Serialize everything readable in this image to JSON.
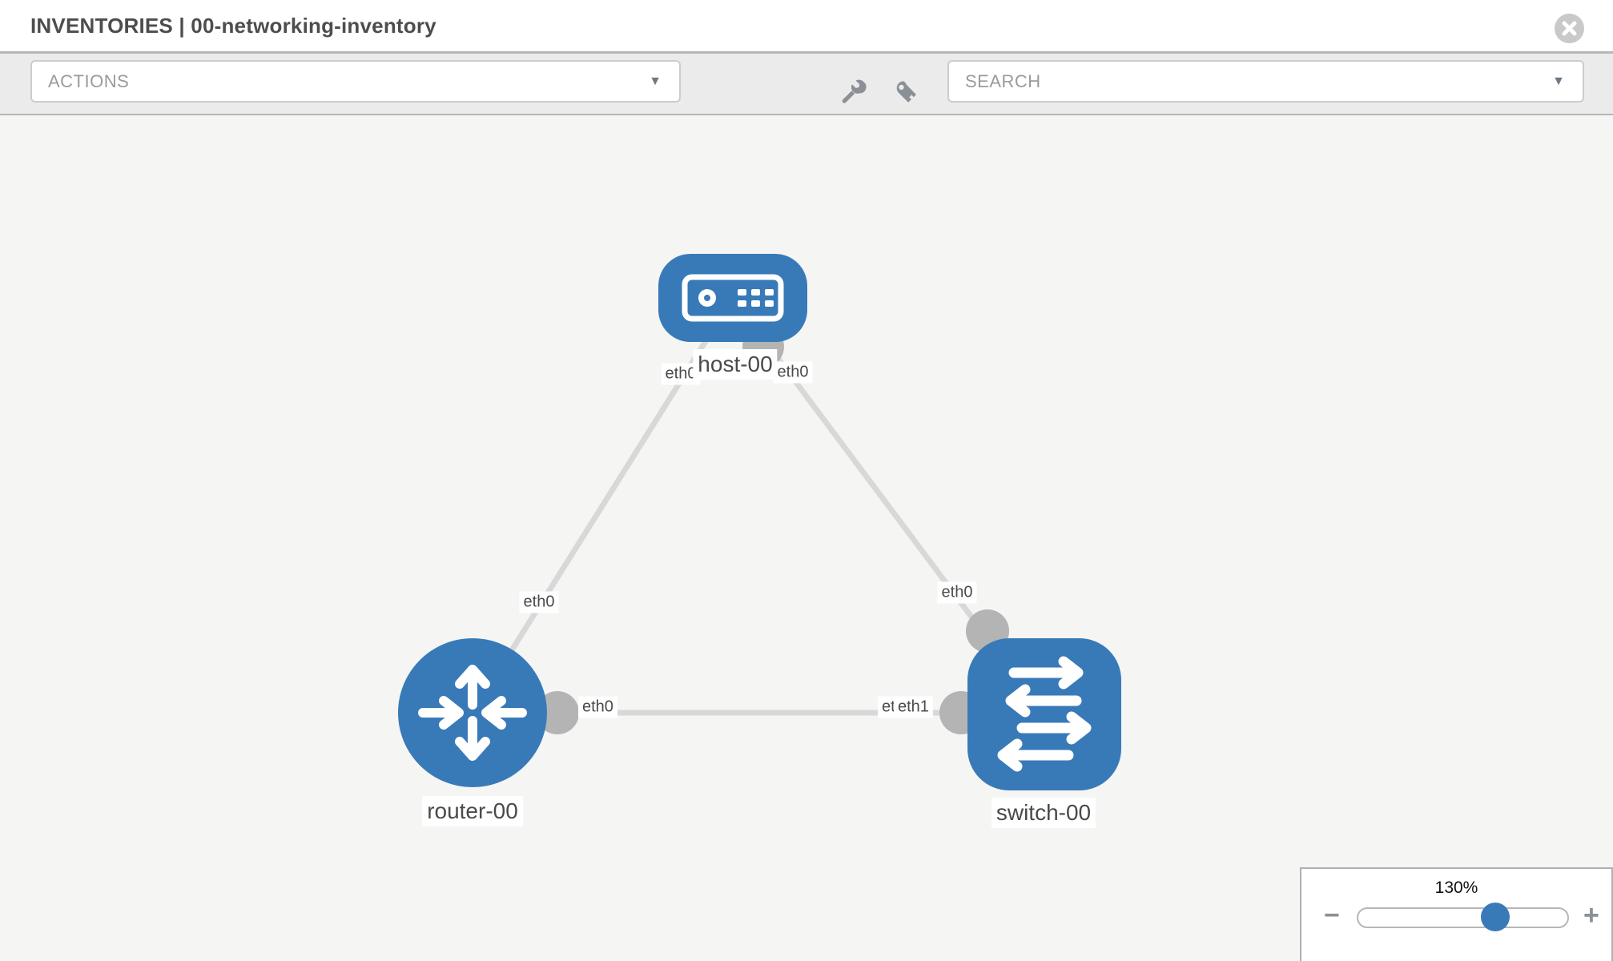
{
  "header": {
    "title": "INVENTORIES | 00-networking-inventory"
  },
  "toolbar": {
    "actions_dropdown": {
      "placeholder": "ACTIONS",
      "caret": "▼"
    },
    "search_dropdown": {
      "placeholder": "SEARCH",
      "caret": "▼"
    },
    "icons": {
      "wrench": "wrench-icon",
      "key": "key-icon"
    }
  },
  "graph": {
    "nodes": [
      {
        "id": "host-00",
        "label": "host-00",
        "type": "host"
      },
      {
        "id": "router-00",
        "label": "router-00",
        "type": "router"
      },
      {
        "id": "switch-00",
        "label": "switch-00",
        "type": "switch"
      }
    ],
    "links": [
      {
        "source": "host-00",
        "target": "router-00",
        "source_interface": "eth0",
        "target_interface": "eth0"
      },
      {
        "source": "host-00",
        "target": "switch-00",
        "source_interface": "eth0",
        "target_interface": "eth0"
      },
      {
        "source": "router-00",
        "target": "switch-00",
        "source_interface": "eth0",
        "target_interfaces": [
          "eth0",
          "eth1"
        ]
      }
    ],
    "interface_labels": [
      {
        "text": "eth0"
      },
      {
        "text": "eth0"
      },
      {
        "text": "eth0"
      },
      {
        "text": "eth0"
      },
      {
        "text": "eth0"
      },
      {
        "text": "eth0"
      },
      {
        "text": "eth1"
      }
    ],
    "colors": {
      "node_fill": "#387ab8",
      "link": "#d8d8d8",
      "connector": "#b4b4b4",
      "label_text": "#4a4a4a"
    }
  },
  "zoom_control": {
    "level": "130%",
    "minus": "−",
    "plus": "+"
  }
}
